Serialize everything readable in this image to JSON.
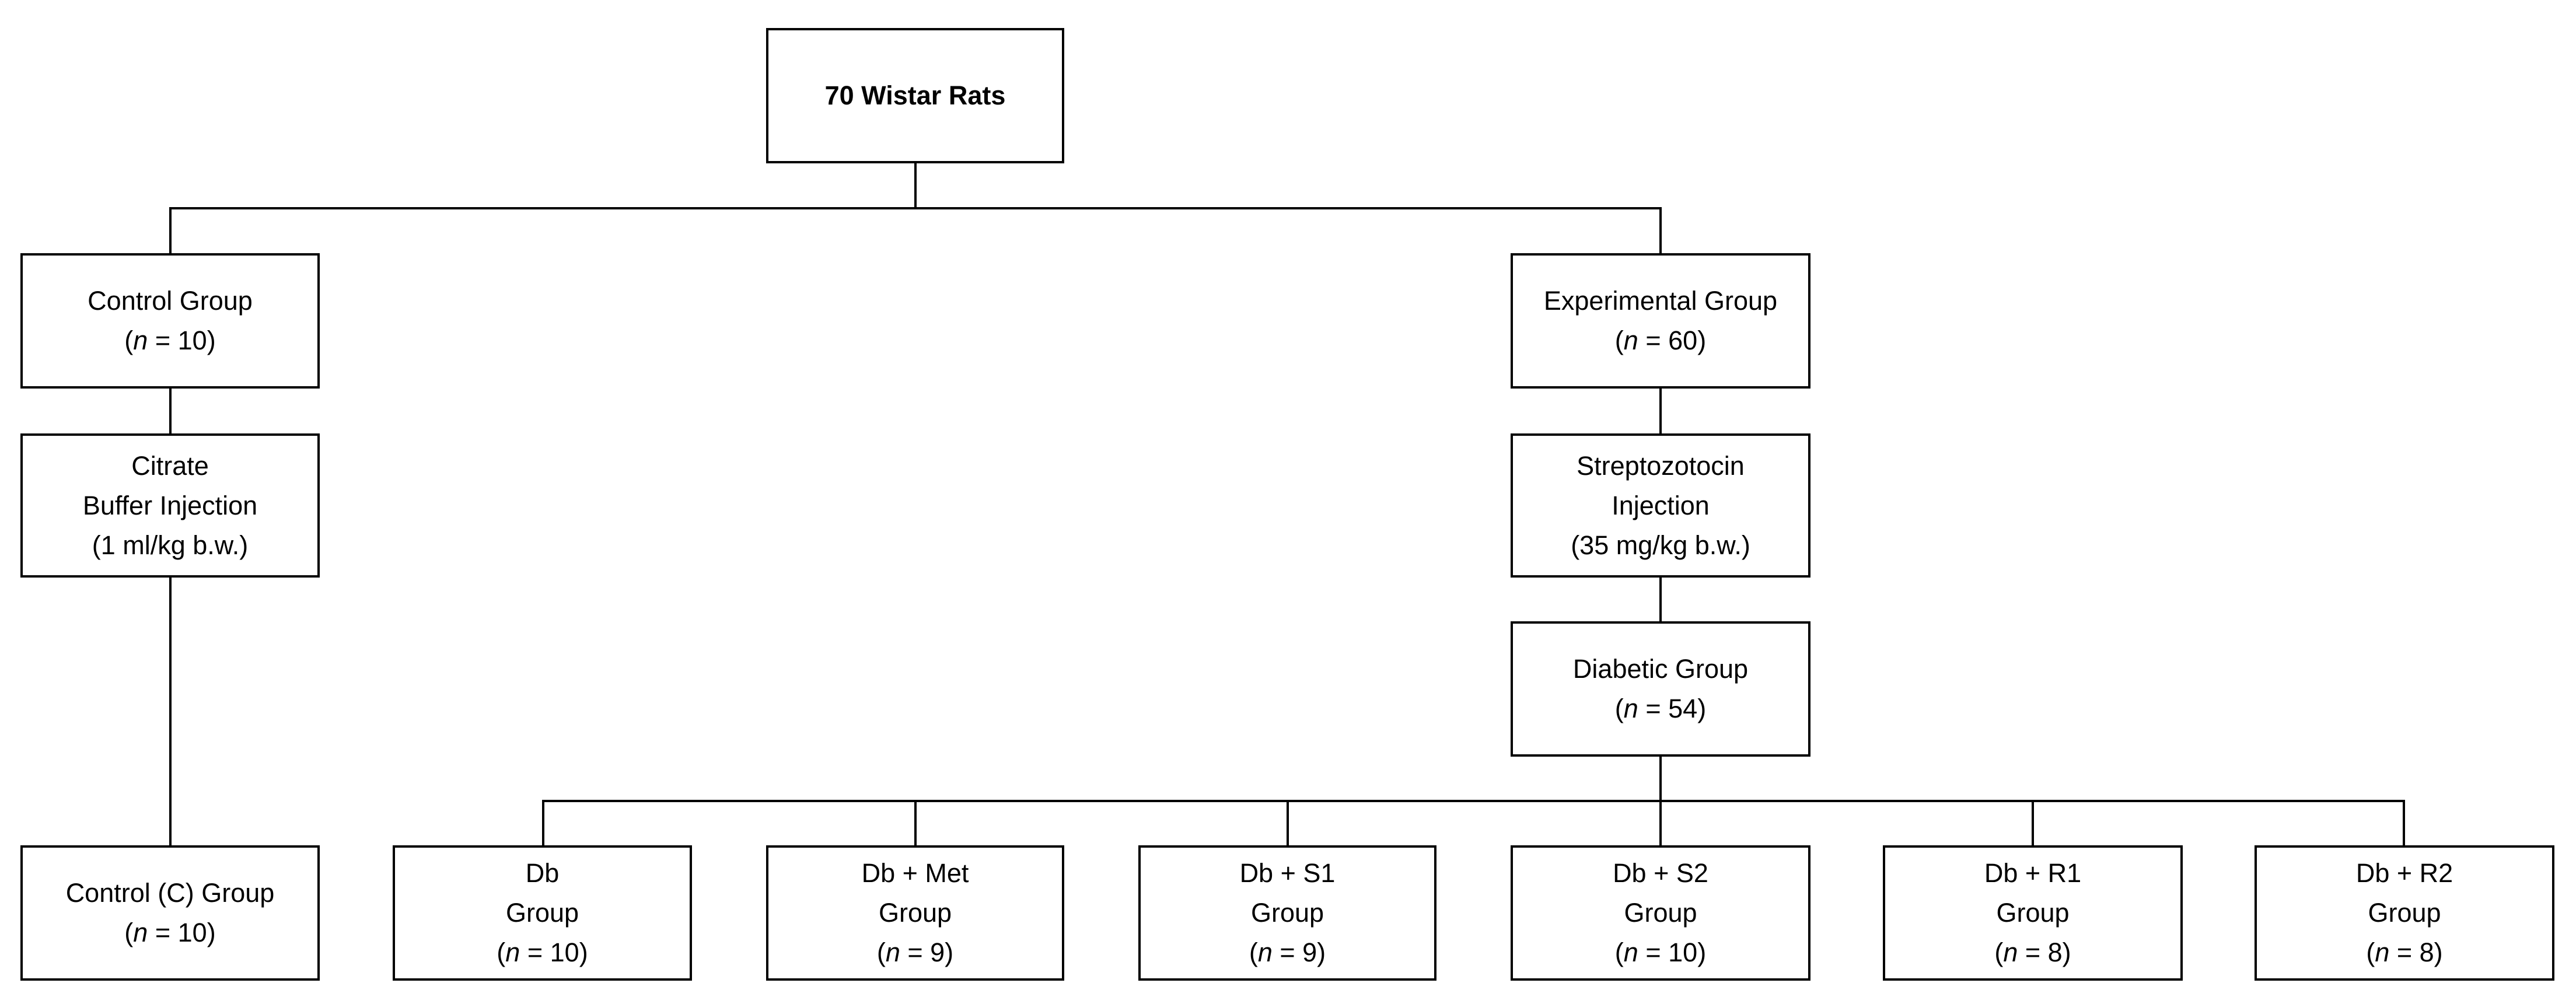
{
  "diagram": {
    "type": "flowchart",
    "root": {
      "label": "70 Wistar Rats"
    },
    "count_prefix_open": "(",
    "count_variable": "n",
    "count_operator": " = ",
    "count_suffix_close": ")",
    "control": {
      "group": {
        "lines": [
          "Control Group"
        ],
        "count": "10"
      },
      "injection": {
        "lines": [
          "Citrate",
          "Buffer Injection",
          "(1 ml/kg b.w.)"
        ]
      },
      "final": {
        "lines": [
          "Control (C) Group"
        ],
        "count": "10"
      }
    },
    "experimental": {
      "group": {
        "lines": [
          "Experimental Group"
        ],
        "count": "60"
      },
      "injection": {
        "lines": [
          "Streptozotocin",
          "Injection",
          "(35 mg/kg b.w.)"
        ]
      },
      "diabetic": {
        "lines": [
          "Diabetic Group"
        ],
        "count": "54"
      }
    },
    "subgroups": [
      {
        "lines": [
          "Db",
          "Group"
        ],
        "count": "10"
      },
      {
        "lines": [
          "Db + Met",
          "Group"
        ],
        "count": "9"
      },
      {
        "lines": [
          "Db + S1",
          "Group"
        ],
        "count": "9"
      },
      {
        "lines": [
          "Db + S2",
          "Group"
        ],
        "count": "10"
      },
      {
        "lines": [
          "Db + R1",
          "Group"
        ],
        "count": "8"
      },
      {
        "lines": [
          "Db + R2",
          "Group"
        ],
        "count": "8"
      }
    ]
  }
}
